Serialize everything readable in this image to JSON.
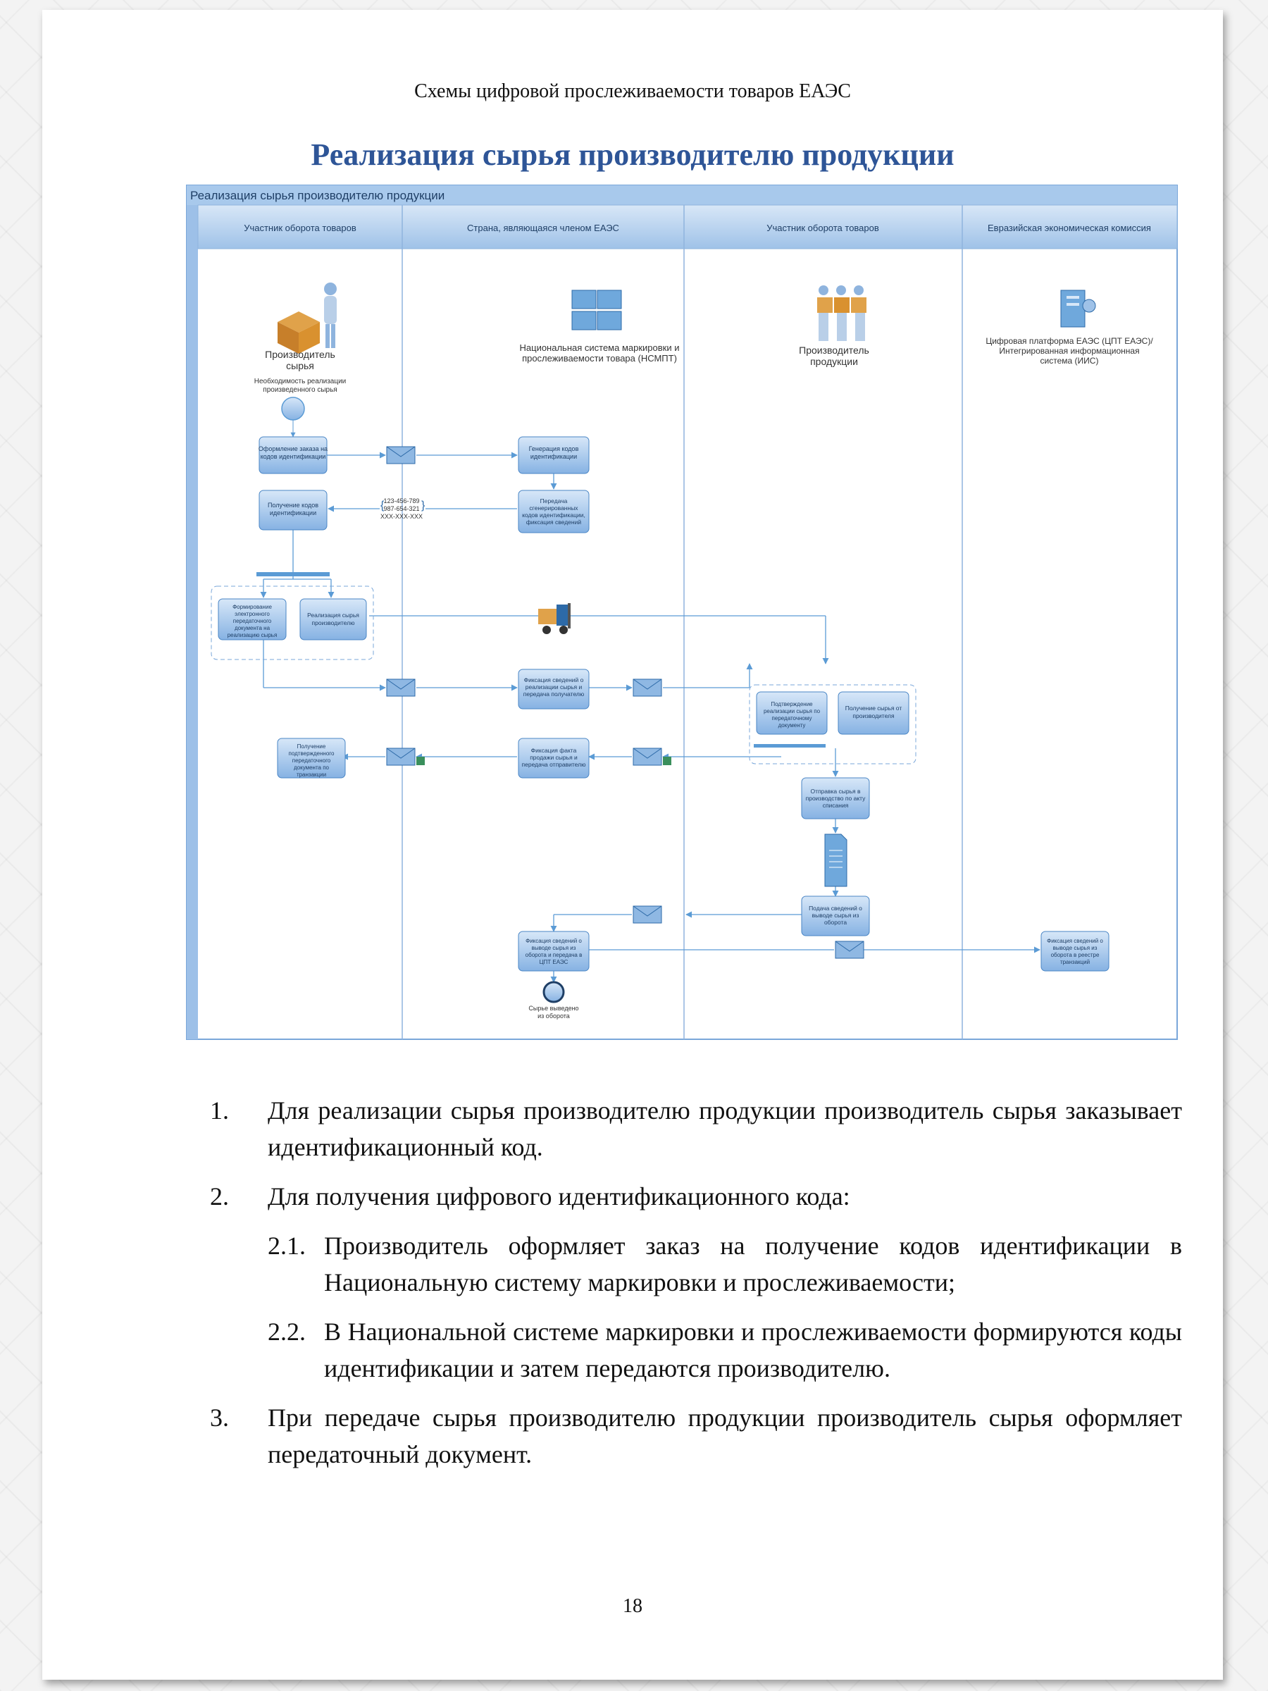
{
  "header": {
    "running_title": "Схемы цифровой прослеживаемости товаров ЕАЭС",
    "page_title": "Реализация сырья производителю продукции"
  },
  "diagram": {
    "pool_title": "Реализация сырья производителю продукции",
    "lanes": [
      "Участник оборота товаров",
      "Страна, являющаяся членом ЕАЭС",
      "Участник оборота товаров",
      "Евразийская экономическая комиссия"
    ],
    "actors": {
      "raw_producer": "Производитель сырья",
      "raw_producer_note": "Необходимость реализации произведенного сырья",
      "nsmpt": "Национальная система маркировки и прослеживаемости товара (НСМПТ)",
      "product_producer": "Производитель продукции",
      "digital_platform": "Цифровая платформа ЕАЭС (ЦПТ ЕАЭС)/ Интегрированная информационная система (ИИС)"
    },
    "tasks": {
      "order_codes": "Оформление заказа на кодов идентификации",
      "get_codes": "Получение кодов идентификации",
      "gen_codes": "Генерация кодов идентификации",
      "transfer_codes": "Передача сгенерированных кодов идентификации, фиксация сведений",
      "form_edoc": "Формирование электронного передаточного документа на реализацию сырья",
      "sell_raw": "Реализация сырья производителю",
      "fix_transfer": "Фиксация сведений о реализации сырья и передача получателю",
      "confirm_sale": "Подтверждение реализации сырья по передаточному документу",
      "receive_raw": "Получение сырья от производителя",
      "get_confirm": "Получение подтвержденного передаточного документа по транзакции",
      "fix_sale_fact": "Фиксация факта продажи сырья и передача отправителю",
      "send_to_production": "Отправка сырья в производство по акту списания",
      "submit_exit": "Подача сведений о выводе сырья из оборота",
      "fix_exit": "Фиксация сведений о выводе сырья из оборота и передача в ЦПТ ЕАЭС",
      "fix_registry": "Фиксация сведений о выводе сырья из оборота в реестре транзакций"
    },
    "codes_sample": [
      "123-456-789",
      "987-654-321",
      "XXX-XXX-XXX"
    ],
    "end_event": "Сырье выведено из оборота"
  },
  "body": {
    "items": [
      {
        "num": "1.",
        "text": "Для реализации сырья производителю продукции производитель сырья заказывает идентификационный код."
      },
      {
        "num": "2.",
        "text": "Для получения цифрового идентификационного кода:",
        "subitems": [
          {
            "num": "2.1.",
            "text": "Производитель оформляет заказ на получение кодов идентификации в Национальную систему маркировки и прослеживаемости;"
          },
          {
            "num": "2.2.",
            "text": "В Национальной системе маркировки и прослеживаемости формируются коды идентификации и затем передаются производителю."
          }
        ]
      },
      {
        "num": "3.",
        "text": "При передаче сырья производителю продукции производитель сырья оформляет передаточный документ."
      }
    ]
  },
  "footer": {
    "page_number": "18"
  },
  "colors": {
    "title_blue": "#2e5597",
    "lane_header": "#bcd5ef",
    "task_fill": "#a9c8ec",
    "line": "#5b9bd5"
  }
}
